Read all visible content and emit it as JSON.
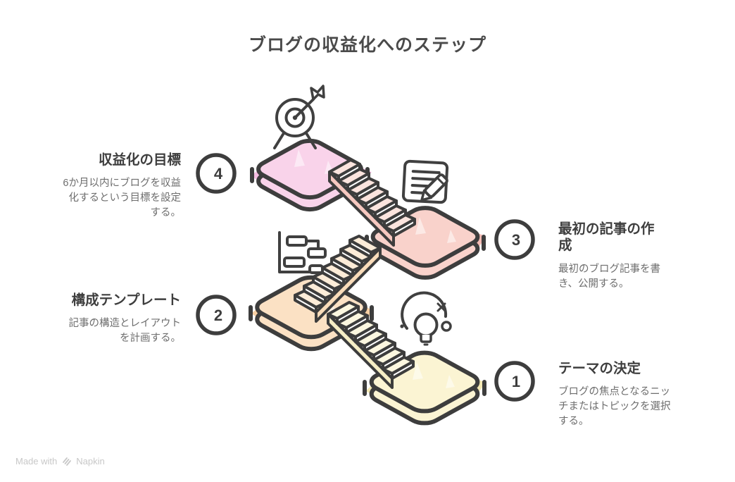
{
  "title": "ブログの収益化へのステップ",
  "steps": [
    {
      "number": "1",
      "heading": "テーマの決定",
      "body": "ブログの焦点となるニッチまたはトピックを選択する。",
      "icon": "lightbulb-idea",
      "color": "#fbf4d3",
      "blob": "#f4e9b4",
      "stair_wall": "#f6eec6",
      "stair_tread": "#fcf7e0"
    },
    {
      "number": "2",
      "heading": "構成テンプレート",
      "body": "記事の構造とレイアウトを計画する。",
      "icon": "flowchart-blocks",
      "color": "#fbe1c4",
      "blob": "#f7cfa4",
      "stair_wall": "#f9dcba",
      "stair_tread": "#fcecd8"
    },
    {
      "number": "3",
      "heading": "最初の記事の作成",
      "body": "最初のブログ記事を書き、公開する。",
      "icon": "document-pencil",
      "color": "#f9d2cb",
      "blob": "#f5bcb5",
      "stair_wall": "#f6c8c0",
      "stair_tread": "#fbe4de"
    },
    {
      "number": "4",
      "heading": "収益化の目標",
      "body": "6か月以内にブログを収益化するという目標を設定する。",
      "icon": "target-dart",
      "color": "#f9d3ea",
      "blob": "#f5bde1"
    }
  ],
  "watermark": {
    "prefix": "Made with",
    "brand": "Napkin"
  },
  "colors": {
    "outline": "#3d3d3d",
    "title_text": "#4a4a4a",
    "heading_text": "#3e3e3e",
    "body_text": "#6e6e6e",
    "watermark_text": "#c8c8c8",
    "stair_front": "#ffffff",
    "background": "#ffffff"
  }
}
